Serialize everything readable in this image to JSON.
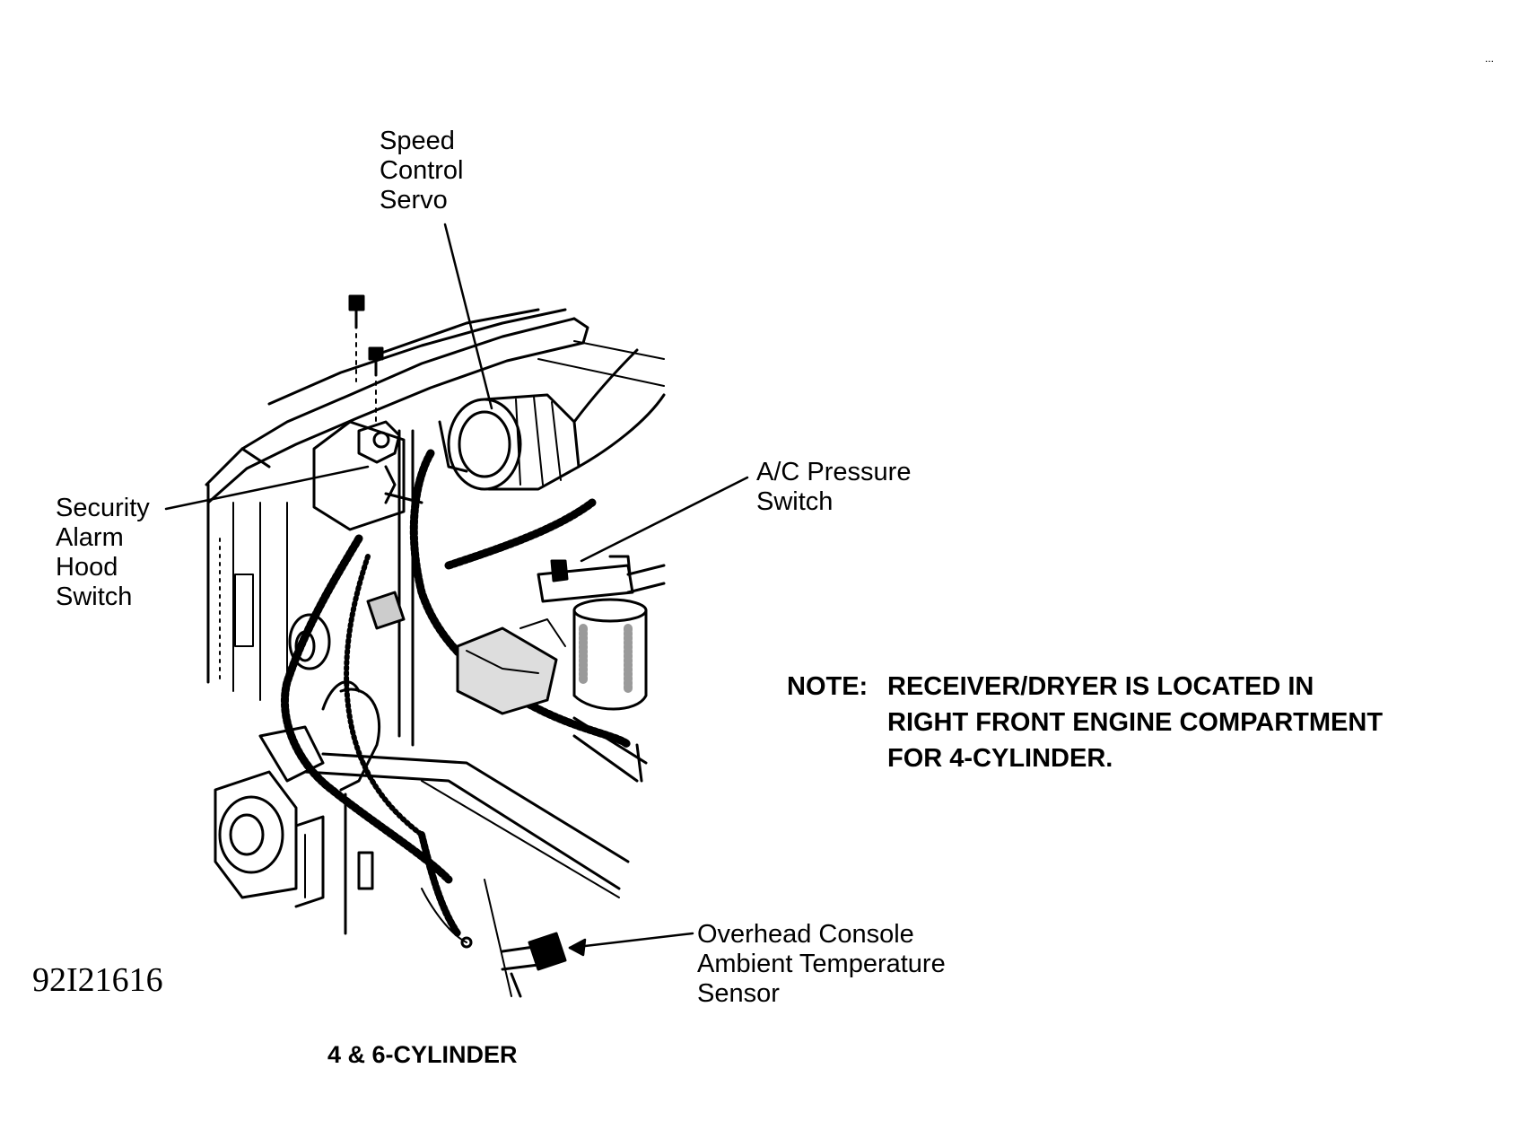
{
  "diagram": {
    "callouts": {
      "speed_control_servo": "Speed\nControl\nServo",
      "security_alarm_hood_switch": "Security\nAlarm\nHood\nSwitch",
      "ac_pressure_switch": "A/C Pressure\nSwitch",
      "overhead_console_sensor": "Overhead Console\nAmbient Temperature\nSensor"
    },
    "note": {
      "label": "NOTE:",
      "text": "RECEIVER/DRYER IS LOCATED IN\nRIGHT FRONT ENGINE COMPARTMENT\nFOR 4-CYLINDER."
    },
    "figure_id": "92I21616",
    "caption": "4 & 6-CYLINDER",
    "corner_mark": "..."
  },
  "colors": {
    "ink": "#000000",
    "paper": "#ffffff",
    "shade": "#9a9a9a"
  }
}
